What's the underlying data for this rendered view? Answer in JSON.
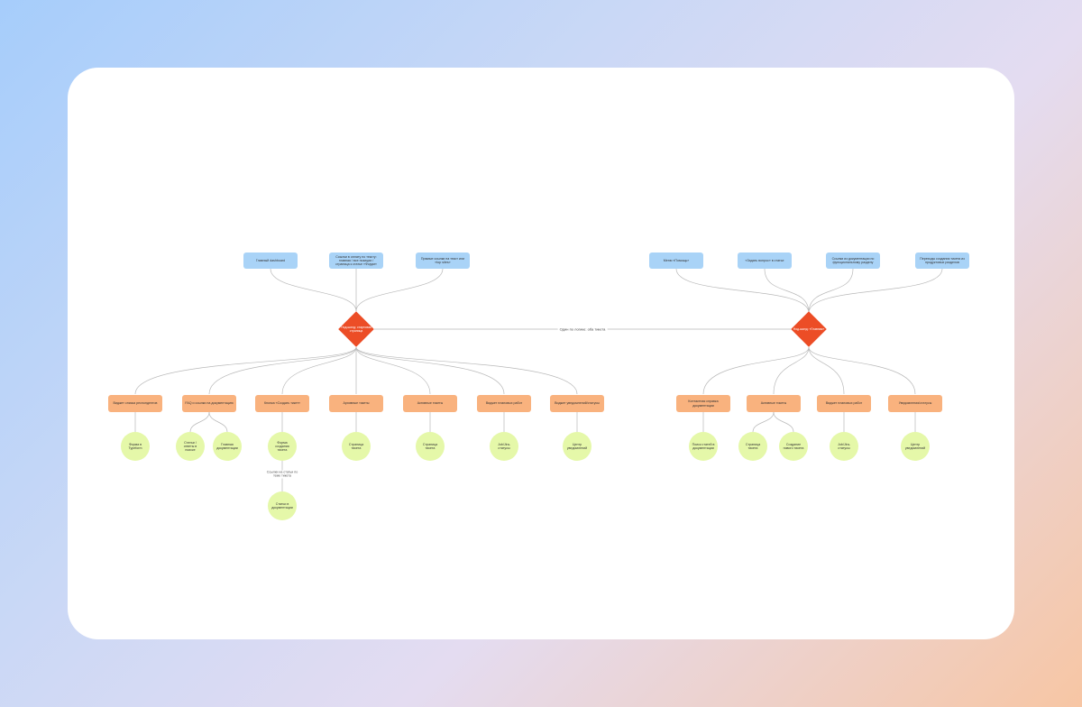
{
  "colors": {
    "blue_node": "#a9d3f7",
    "orange_node": "#f9b27e",
    "green_node": "#e5f8a9",
    "hub": "#ec4d26",
    "connector": "#b9b9b9"
  },
  "diagram": {
    "left": {
      "hub": "Нод-шилд: стартовая страница",
      "top": [
        "Главный dashboard",
        "Ссылки в оплату по тексту: главная / все позиции / страница к статье «Форум»",
        "Прямые ссылки на текст или «top sites»"
      ],
      "widgets": [
        "Виджет списка респондентов",
        "FAQ и ссылки на документацию",
        "Кнопка «Создать тикет»",
        "Архивные тикеты",
        "Активные тикеты",
        "Виджет плановых работ",
        "Виджет уведомлений/статусы"
      ],
      "pages": [
        "Форма в Typeform",
        "Статьи / ответы в поиске",
        "Главная документации",
        "Форма создания тикета",
        "Страница тикета",
        "Страница тикета",
        "Job/Jira-статусы",
        "Центр уведомлений"
      ],
      "note": "Ссылки на статьи по теме тикета",
      "extra_page": "Статьи в документации"
    },
    "right": {
      "hub": "Нод-шилд: «Главная»",
      "top": [
        "Меню «Помощь»",
        "«Задать вопрос» в статье",
        "Ссылки из документации по функциональному разделу",
        "Переходы создания тикета из продуктовых разделов"
      ],
      "widgets": [
        "Контактная справка документации",
        "Активные тикеты",
        "Виджет плановых работ",
        "Уведомления/статусы"
      ],
      "pages": [
        "Поиск статей в документации",
        "Страница тикета",
        "Создание нового тикета",
        "Job/Jira-статусы",
        "Центр уведомлений"
      ]
    },
    "link_label": "Один по логике: оба тикета"
  }
}
